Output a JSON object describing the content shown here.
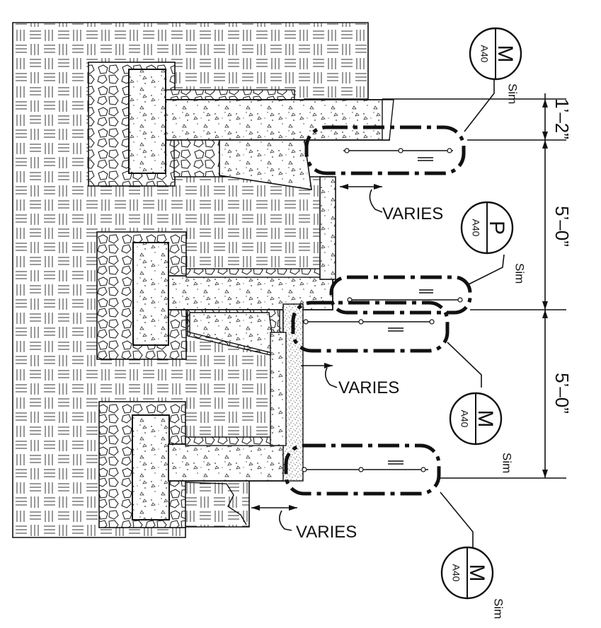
{
  "annotations": {
    "varies_top": "VARIES",
    "varies_mid": "VARIES",
    "varies_bottom": "VARIES"
  },
  "dimensions": {
    "d1": "1’–2”",
    "d2": "5’–0”",
    "d3": "5’–0”"
  },
  "callouts": [
    {
      "letter": "M",
      "sheet": "A40",
      "note": "Sim"
    },
    {
      "letter": "P",
      "sheet": "A40",
      "note": "Sim"
    },
    {
      "letter": "M",
      "sheet": "A40",
      "note": "Sim"
    },
    {
      "letter": "M",
      "sheet": "A40",
      "note": "Sim"
    }
  ]
}
